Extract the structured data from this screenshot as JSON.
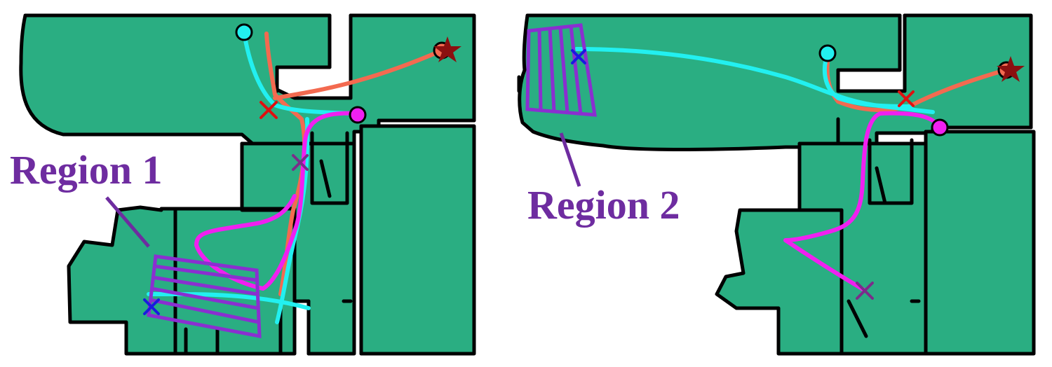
{
  "labels": {
    "region1": "Region 1",
    "region2": "Region 2"
  },
  "colors": {
    "floor": "#2aae82",
    "wall": "#000000",
    "region": "#6e2ca0",
    "region_hatch": "#8a2fd0",
    "traj_cyan": "#22f0f0",
    "traj_orange": "#f36a50",
    "traj_magenta": "#f020f0",
    "goal_star": "#8b1010",
    "cross_red": "#e01010",
    "cross_blue": "#1a1ae0",
    "cross_purple": "#7a2d8a"
  },
  "markers": {
    "start_circle_color": "cyan",
    "goal_icon": "star-icon",
    "cross_icon": "x-mark-icon"
  }
}
